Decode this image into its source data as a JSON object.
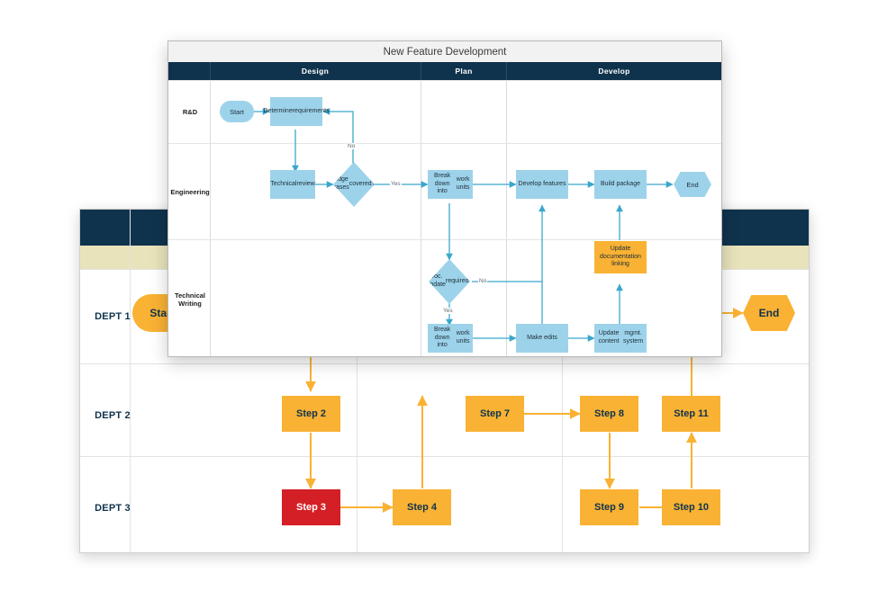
{
  "background_diagram": {
    "name": "swimlane-process-diagram",
    "colors": {
      "header": "#10334d",
      "subheader": "#e9e3bb",
      "accent": "#f9b233",
      "danger": "#d41f26",
      "connector": "#f9b233"
    },
    "lanes": [
      {
        "label": "DEPT 1"
      },
      {
        "label": "DEPT 2"
      },
      {
        "label": "DEPT 3"
      }
    ],
    "nodes": [
      {
        "id": "start",
        "label": "Start",
        "shape": "rounded",
        "lane": "DEPT 1",
        "color": "#f9b233"
      },
      {
        "id": "end",
        "label": "End",
        "shape": "hexagon",
        "lane": "DEPT 1",
        "color": "#f9b233"
      },
      {
        "id": "s2",
        "label": "Step 2",
        "shape": "rect",
        "lane": "DEPT 2",
        "color": "#f9b233"
      },
      {
        "id": "s7",
        "label": "Step 7",
        "shape": "rect",
        "lane": "DEPT 2",
        "color": "#f9b233"
      },
      {
        "id": "s8",
        "label": "Step 8",
        "shape": "rect",
        "lane": "DEPT 2",
        "color": "#f9b233"
      },
      {
        "id": "s11",
        "label": "Step 11",
        "shape": "rect",
        "lane": "DEPT 2",
        "color": "#f9b233"
      },
      {
        "id": "s3",
        "label": "Step 3",
        "shape": "rect",
        "lane": "DEPT 3",
        "color": "#d41f26"
      },
      {
        "id": "s4",
        "label": "Step 4",
        "shape": "rect",
        "lane": "DEPT 3",
        "color": "#f9b233"
      },
      {
        "id": "s9",
        "label": "Step 9",
        "shape": "rect",
        "lane": "DEPT 3",
        "color": "#f9b233"
      },
      {
        "id": "s10",
        "label": "Step 10",
        "shape": "rect",
        "lane": "DEPT 3",
        "color": "#f9b233"
      }
    ]
  },
  "foreground_panel": {
    "title": "New Feature Development",
    "columns": [
      {
        "label": ""
      },
      {
        "label": "Design"
      },
      {
        "label": "Plan"
      },
      {
        "label": "Develop"
      }
    ],
    "lanes": [
      {
        "label": "R&D"
      },
      {
        "label": "Engineering"
      },
      {
        "label": "Technical Writing",
        "line1": "Technical",
        "line2": "Writing"
      }
    ],
    "colors": {
      "header": "#10334d",
      "node": "#9dd3ea",
      "highlight": "#f9b233",
      "connector": "#3ba7cc",
      "title_bar": "#f2f2f2"
    },
    "nodes": [
      {
        "id": "start",
        "label": "Start",
        "shape": "rounded",
        "lane": "R&D",
        "column": "Design"
      },
      {
        "id": "determine",
        "label": "Determine requirements",
        "line1": "Determine",
        "line2": "requirements",
        "shape": "rect",
        "lane": "R&D",
        "column": "Design"
      },
      {
        "id": "techreview",
        "label": "Technical review",
        "line1": "Technical",
        "line2": "review",
        "shape": "rect",
        "lane": "Engineering",
        "column": "Design"
      },
      {
        "id": "edgecases",
        "label": "Edge cases covered?",
        "line1": "Edge cases",
        "line2": "covered?",
        "shape": "diamond",
        "lane": "Engineering",
        "column": "Design"
      },
      {
        "id": "breakdown_eng",
        "label": "Break down into work units",
        "line1": "Break down into",
        "line2": "work units",
        "shape": "rect",
        "lane": "Engineering",
        "column": "Plan"
      },
      {
        "id": "developfeat",
        "label": "Develop features",
        "shape": "rect",
        "lane": "Engineering",
        "column": "Develop"
      },
      {
        "id": "buildpkg",
        "label": "Build package",
        "shape": "rect",
        "lane": "Engineering",
        "column": "Develop"
      },
      {
        "id": "end",
        "label": "End",
        "shape": "hexagon",
        "lane": "Engineering",
        "column": "Develop"
      },
      {
        "id": "updatedoc",
        "label": "Update documentation linking",
        "line1": "Update",
        "line2": "documentation",
        "line3": "linking",
        "shape": "rect",
        "lane": "Engineering",
        "column": "Develop",
        "highlight": true
      },
      {
        "id": "docupdate",
        "label": "Doc. update required?",
        "line1": "Doc. update",
        "line2": "required?",
        "shape": "diamond",
        "lane": "Technical Writing",
        "column": "Plan"
      },
      {
        "id": "breakdown_tw",
        "label": "Break down into work units",
        "line1": "Break down into",
        "line2": "work units",
        "shape": "rect",
        "lane": "Technical Writing",
        "column": "Plan"
      },
      {
        "id": "makeedits",
        "label": "Make edits",
        "shape": "rect",
        "lane": "Technical Writing",
        "column": "Develop"
      },
      {
        "id": "updatecms",
        "label": "Update content mgmt. system",
        "line1": "Update content",
        "line2": "mgmt. system",
        "shape": "rect",
        "lane": "Technical Writing",
        "column": "Develop"
      }
    ],
    "edge_labels": [
      {
        "id": "no-edge-cases",
        "label": "No"
      },
      {
        "id": "yes-edge-cases",
        "label": "Yes"
      },
      {
        "id": "no-doc-update",
        "label": "No"
      },
      {
        "id": "yes-doc-update",
        "label": "Yes"
      }
    ]
  }
}
